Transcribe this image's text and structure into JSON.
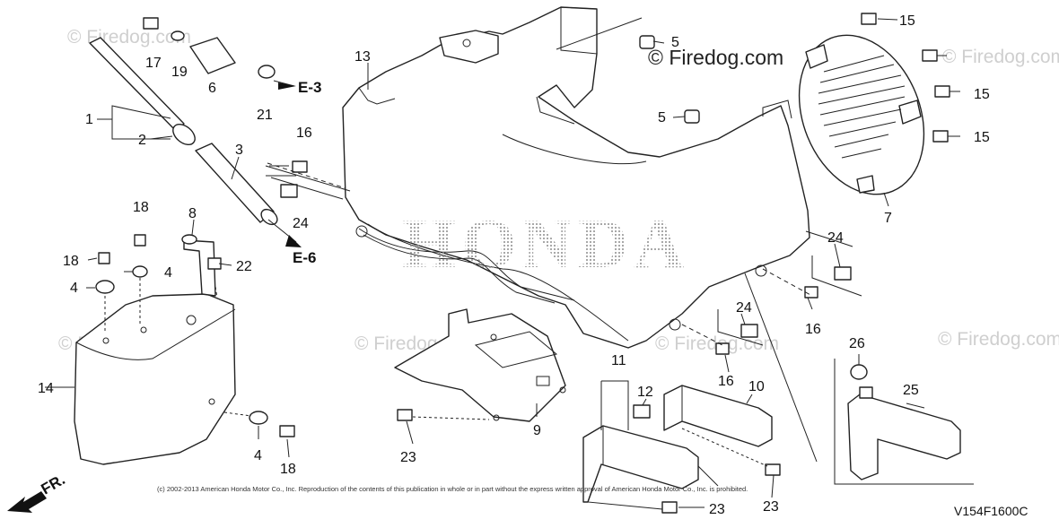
{
  "watermarks": {
    "brand_primary": "© Firedog.com",
    "brand_secondary": "© Firedog.com",
    "logo_text": "HONDA"
  },
  "copyright": "(c) 2002-2013 American Honda Motor Co., Inc. Reproduction of the contents of this publication in whole or in part without the express written approval of American Honda Motor Co., Inc. is prohibited.",
  "diagram_code": "V154F1600C",
  "direction_label": "FR.",
  "references": [
    "E-3",
    "E-6"
  ],
  "callouts": [
    "1",
    "2",
    "3",
    "4",
    "4",
    "4",
    "5",
    "5",
    "6",
    "7",
    "8",
    "9",
    "10",
    "11",
    "12",
    "13",
    "14",
    "15",
    "15",
    "15",
    "16",
    "16",
    "16",
    "17",
    "18",
    "18",
    "18",
    "19",
    "21",
    "22",
    "23",
    "23",
    "23",
    "24",
    "24",
    "24",
    "25",
    "26"
  ]
}
